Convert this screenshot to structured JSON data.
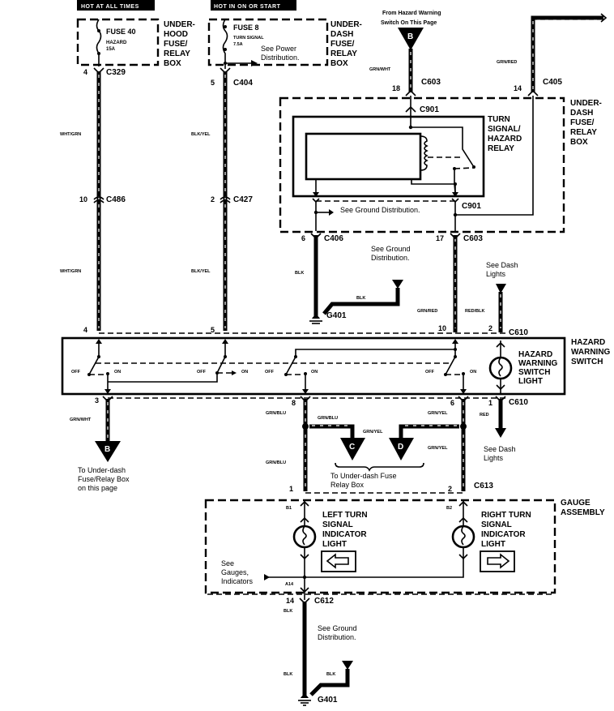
{
  "title": "Turn Signal / Hazard Warning Circuit Diagram",
  "power_headers": {
    "left": "HOT AT ALL TIMES",
    "right": "HOT IN ON OR START"
  },
  "fuses": [
    {
      "name": "FUSE 40",
      "desc": "HAZARD",
      "rating": "15A",
      "box": [
        "UNDER-",
        "HOOD",
        "FUSE/",
        "RELAY",
        "BOX"
      ]
    },
    {
      "name": "FUSE 8",
      "desc": "TURN SIGNAL",
      "rating": "7.5A",
      "note": [
        "See Power",
        "Distribution."
      ],
      "box": [
        "UNDER-",
        "DASH",
        "FUSE/",
        "RELAY",
        "BOX"
      ]
    }
  ],
  "from_hazard": {
    "text": [
      "From Hazard Warning",
      "Switch On This Page"
    ],
    "letter": "B"
  },
  "relay_box": {
    "label": [
      "UNDER-",
      "DASH",
      "FUSE/",
      "RELAY",
      "BOX"
    ],
    "relay_label": [
      "TURN",
      "SIGNAL/",
      "HAZARD",
      "RELAY"
    ],
    "ground_note": "See Ground Distribution."
  },
  "connectors": {
    "c329": {
      "pin": "4",
      "name": "C329"
    },
    "c404": {
      "pin": "5",
      "name": "C404"
    },
    "c603_top": {
      "pin": "18",
      "name": "C603"
    },
    "c405": {
      "pin": "14",
      "name": "C405"
    },
    "c901_top": {
      "name": "C901"
    },
    "c901_bot": {
      "name": "C901"
    },
    "c486": {
      "pin": "10",
      "name": "C486"
    },
    "c427": {
      "pin": "2",
      "name": "C427"
    },
    "c406": {
      "pin": "6",
      "name": "C406"
    },
    "c603_bot": {
      "pin": "17",
      "name": "C603"
    },
    "c610_top": {
      "pin_a": "10",
      "pin_b": "2",
      "name": "C610"
    },
    "sw_top_left": {
      "pin_a": "4",
      "pin_b": "5"
    },
    "c610_bot": {
      "pin_a": "8",
      "pin_b": "6",
      "pin_c": "1",
      "pin_d": "3",
      "name": "C610"
    },
    "c613": {
      "pin_a": "1",
      "pin_b": "2",
      "name": "C613"
    },
    "gauge_pins": {
      "left": "B1",
      "right": "B2",
      "ground": "A14"
    },
    "c612": {
      "pin": "14",
      "name": "C612"
    }
  },
  "wires": {
    "wht_grn": "WHT/GRN",
    "blk_yel": "BLK/YEL",
    "grn_wht": "GRN/WHT",
    "grn_red": "GRN/RED",
    "blk": "BLK",
    "red_blk": "RED/BLK",
    "grn_blu": "GRN/BLU",
    "grn_yel": "GRN/YEL",
    "red": "RED"
  },
  "grounds": {
    "upper": {
      "name": "G401",
      "note": [
        "See Ground",
        "Distribution."
      ]
    },
    "lower": {
      "name": "G401",
      "note": [
        "See Ground",
        "Distribution."
      ]
    }
  },
  "dash_lights": {
    "upper": [
      "See Dash",
      "Lights"
    ],
    "lower": [
      "See Dash",
      "Lights"
    ]
  },
  "hazard_switch": {
    "label": [
      "HAZARD",
      "WARNING",
      "SWITCH"
    ],
    "light_label": [
      "HAZARD",
      "WARNING",
      "SWITCH",
      "LIGHT"
    ],
    "off": "OFF",
    "on": "ON"
  },
  "outputs": {
    "b_letter": "B",
    "b_text": [
      "To Under-dash",
      "Fuse/Relay Box",
      "on this page"
    ],
    "c_letter": "C",
    "d_letter": "D",
    "cd_text": [
      "To Under-dash Fuse",
      "Relay Box"
    ]
  },
  "gauge": {
    "label": [
      "GAUGE",
      "ASSEMBLY"
    ],
    "left_light": [
      "LEFT TURN",
      "SIGNAL",
      "INDICATOR",
      "LIGHT"
    ],
    "right_light": [
      "RIGHT TURN",
      "SIGNAL",
      "INDICATOR",
      "LIGHT"
    ],
    "see_gauges": [
      "See",
      "Gauges,",
      "Indicators"
    ]
  }
}
